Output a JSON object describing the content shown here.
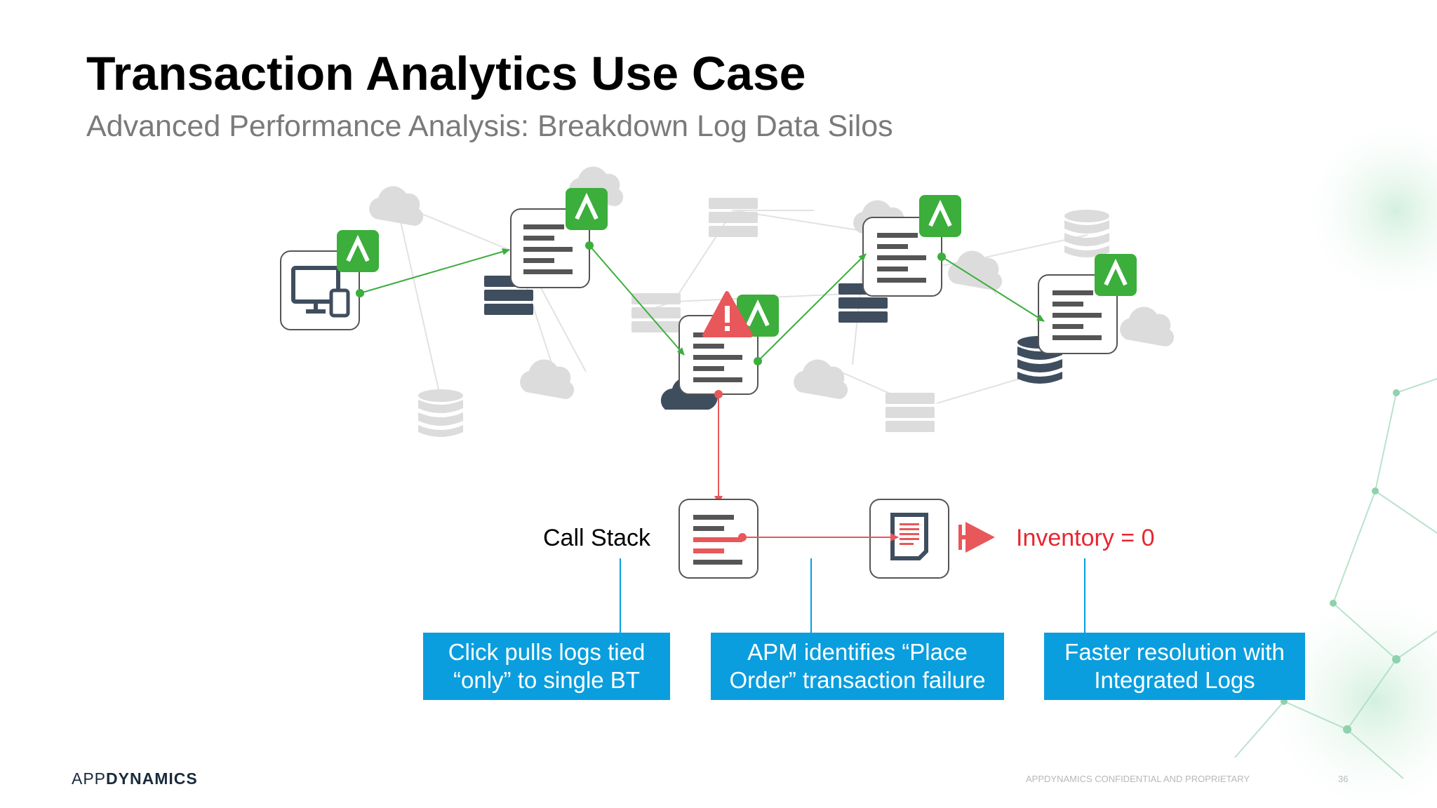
{
  "slide": {
    "title": "Transaction Analytics Use Case",
    "subtitle": "Advanced Performance Analysis: Breakdown Log Data Silos"
  },
  "flow": {
    "call_stack_label": "Call Stack",
    "result_label": "Inventory = 0"
  },
  "callouts": [
    {
      "line1": "Click pulls logs tied",
      "line2": "“only” to single BT"
    },
    {
      "line1": "APM identifies “Place",
      "line2": "Order” transaction failure"
    },
    {
      "line1": "Faster resolution with",
      "line2": "Integrated Logs"
    }
  ],
  "footer": {
    "brand_light": "APP",
    "brand_bold": "DYNAMICS",
    "confidential": "APPDYNAMICS CONFIDENTIAL AND PROPRIETARY",
    "page_number": "36"
  },
  "colors": {
    "agent_green": "#3bae3c",
    "alert_red": "#e8575a",
    "callout_blue": "#0a9ede",
    "icon_dark": "#3f4e5e",
    "icon_faded": "#d8d8d8"
  },
  "icons": [
    "devices-icon",
    "agent-icon",
    "log-document-icon",
    "server-icon",
    "database-icon",
    "cloud-icon",
    "warning-icon",
    "report-icon",
    "play-icon"
  ]
}
